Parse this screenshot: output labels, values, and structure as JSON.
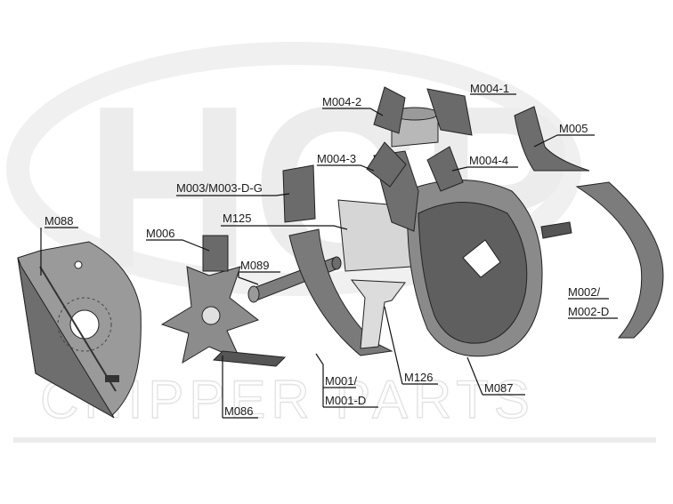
{
  "watermark": {
    "logo_letters": "HCP",
    "text": "CHIPPER PARTS"
  },
  "labels": {
    "m004_1": "M004-1",
    "m004_2": "M004-2",
    "m005": "M005",
    "m004_3": "M004-3",
    "m004_4": "M004-4",
    "m003": "M003/M003-D-G",
    "m088": "M088",
    "m125": "M125",
    "m006": "M006",
    "m089": "M089",
    "m002_a": "M002/",
    "m002_b": "M002-D",
    "m001_a": "M001/",
    "m001_b": "M001-D",
    "m126": "M126",
    "m087": "M087",
    "m086": "M086"
  }
}
